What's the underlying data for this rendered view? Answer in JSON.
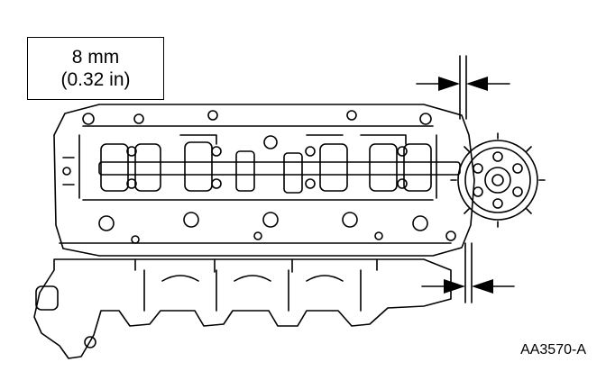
{
  "callout": {
    "metric": "8 mm",
    "imperial": "(0.32 in)"
  },
  "figure_id": "AA3570-A",
  "colors": {
    "ink": "#000000",
    "paper": "#ffffff"
  }
}
